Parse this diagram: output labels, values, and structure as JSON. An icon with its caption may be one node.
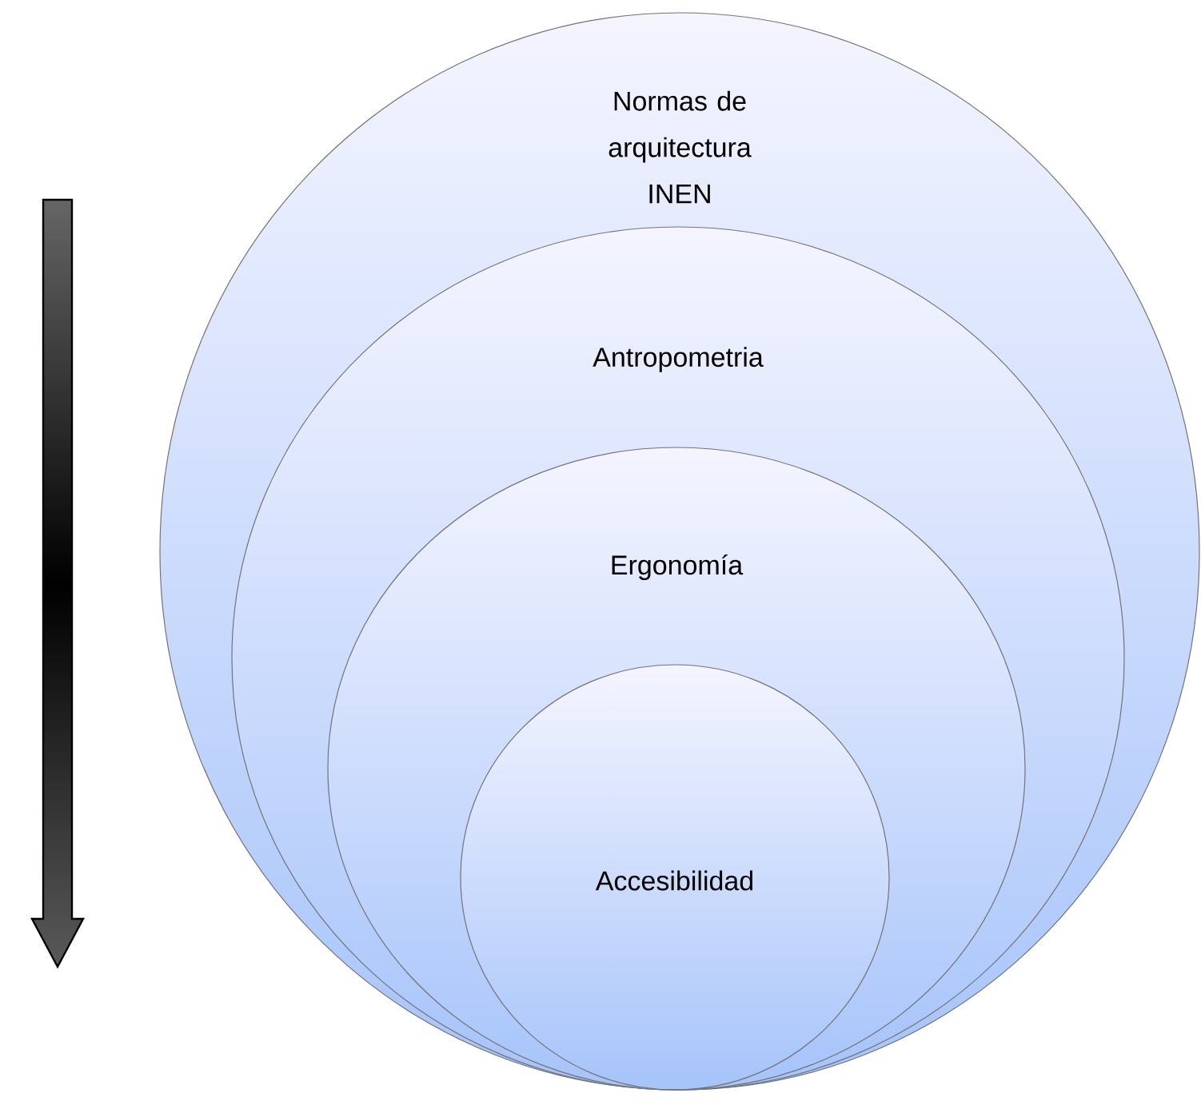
{
  "diagram": {
    "nodes": [
      {
        "text": [
          "Normas de arquitectura INEN"
        ]
      },
      {
        "text": [
          "Antropometria"
        ],
        "in": 0
      },
      {
        "text": [
          "Ergonomía"
        ],
        "in": 1
      },
      {
        "text": [
          "Accesibilidad"
        ],
        "in": 2
      }
    ]
  }
}
